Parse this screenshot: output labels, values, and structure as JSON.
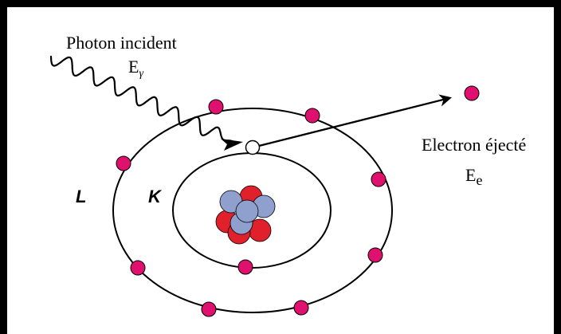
{
  "photon": {
    "label": "Photon incident",
    "energy_symbol": "E",
    "energy_subscript": "γ"
  },
  "electron": {
    "label": "Electron éjecté",
    "energy_symbol": "E",
    "energy_subscript": "e"
  },
  "shells": {
    "inner_label": "K",
    "outer_label": "L"
  },
  "colors": {
    "electron": "#e0106e",
    "proton": "#e0202a",
    "neutron": "#8fa0cf"
  }
}
